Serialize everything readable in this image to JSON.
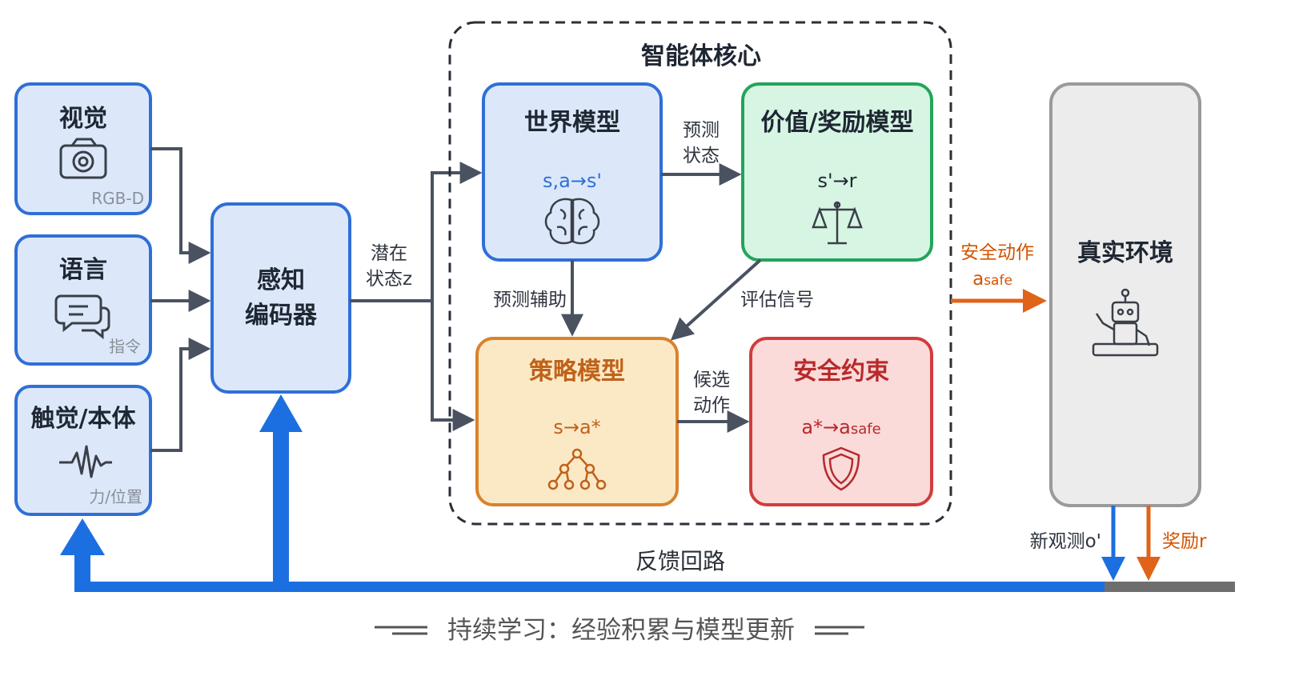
{
  "inputs": {
    "vision": {
      "title": "视觉",
      "caption": "RGB-D",
      "icon": "camera-icon"
    },
    "language": {
      "title": "语言",
      "caption": "指令",
      "icon": "chat-bubbles-icon"
    },
    "touch": {
      "title": "触觉/本体",
      "caption": "力/位置",
      "icon": "waveform-icon"
    }
  },
  "encoder": {
    "line1": "感知",
    "line2": "编码器"
  },
  "latent_label": {
    "line1": "潜在",
    "line2": "状态z"
  },
  "core": {
    "title": "智能体核心",
    "world_model": {
      "title": "世界模型",
      "formula": "s,a→s'",
      "icon": "brain-icon"
    },
    "value_model": {
      "title": "价值/奖励模型",
      "formula": "s'→r",
      "icon": "scales-icon"
    },
    "policy_model": {
      "title": "策略模型",
      "formula": "s→a*",
      "icon": "tree-icon"
    },
    "safety": {
      "title": "安全约束",
      "formula_main": "a*→a",
      "formula_sub": "safe",
      "icon": "shield-icon"
    },
    "edge_predict_state": {
      "line1": "预测",
      "line2": "状态"
    },
    "edge_predict_assist": "预测辅助",
    "edge_eval_signal": "评估信号",
    "edge_candidate": {
      "line1": "候选",
      "line2": "动作"
    }
  },
  "safe_action": {
    "line1": "安全动作",
    "main": "a",
    "sub": "safe"
  },
  "environment": {
    "title": "真实环境",
    "icon": "robot-icon"
  },
  "outputs": {
    "observation": "新观测o'",
    "reward": "奖励r"
  },
  "feedback_label": "反馈回路",
  "footer": "持续学习：经验积累与模型更新",
  "colors": {
    "blue_fill": "#dce8fa",
    "blue_stroke": "#2f6fd6",
    "green_fill": "#d6f5e3",
    "green_stroke": "#23a45a",
    "orange_fill": "#fbe9c6",
    "orange_stroke": "#d9822b",
    "red_fill": "#fbdada",
    "red_stroke": "#d23c3c",
    "gray_fill": "#ececec",
    "gray_stroke": "#9a9a9a",
    "arrow": "#4a5260",
    "feedback": "#1b6fe0",
    "safe": "#e0631a"
  }
}
